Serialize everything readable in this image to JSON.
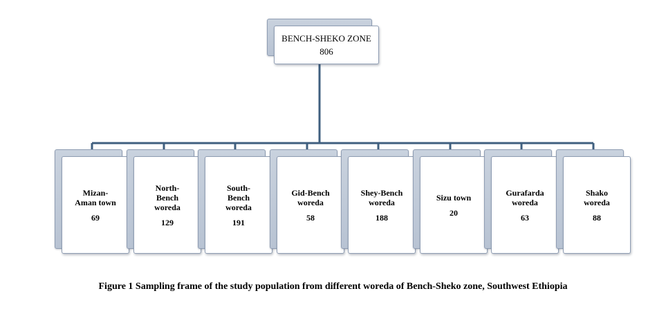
{
  "root": {
    "label": "BENCH-SHEKO ZONE",
    "value": "806"
  },
  "leaves": [
    {
      "label": "Mizan-\nAman town",
      "value": "69"
    },
    {
      "label": "North-\nBench\nworeda",
      "value": "129"
    },
    {
      "label": "South-\nBench\nworeda",
      "value": "191"
    },
    {
      "label": "Gid-Bench\nworeda",
      "value": "58"
    },
    {
      "label": "Shey-Bench\nworeda",
      "value": "188"
    },
    {
      "label": "Sizu town",
      "value": "20"
    },
    {
      "label": "Gurafarda\nworeda",
      "value": "63"
    },
    {
      "label": "Shako\nworeda",
      "value": "88"
    }
  ],
  "caption": "Figure 1 Sampling frame of the study population from different woreda of Bench-Sheko zone, Southwest Ethiopia",
  "colors": {
    "connector": "#3f5f7f",
    "card_border": "#8f9db3",
    "shadow_card": "#c2ccd9"
  }
}
